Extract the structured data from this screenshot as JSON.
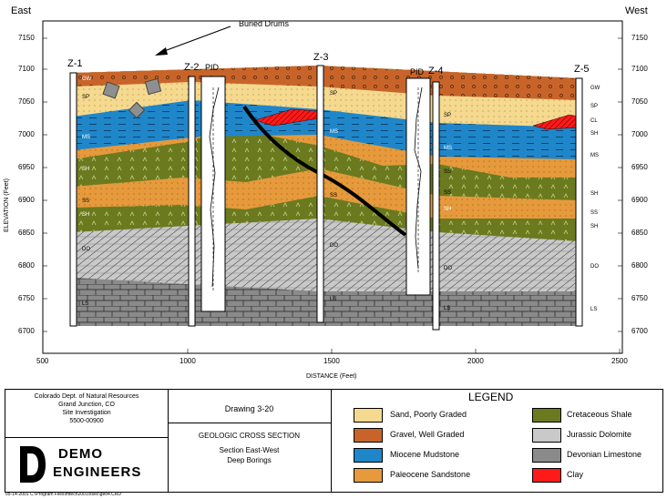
{
  "header": {
    "left": "East",
    "right": "West"
  },
  "axes": {
    "ylabel": "ELEVATION (Feet)",
    "xlabel": "DISTANCE (Feet)",
    "y_ticks": [
      "7150",
      "7100",
      "7050",
      "7000",
      "6950",
      "6900",
      "6850",
      "6800",
      "6750",
      "6700"
    ],
    "x_ticks": [
      "500",
      "1000",
      "1500",
      "2000",
      "2500"
    ]
  },
  "annotation": {
    "label": "Buried Drums"
  },
  "wells": [
    {
      "id": "Z-1",
      "label": "Z-1"
    },
    {
      "id": "Z-2",
      "label": "Z-2"
    },
    {
      "id": "Z-3",
      "label": "Z-3"
    },
    {
      "id": "Z-4",
      "label": "Z-4"
    },
    {
      "id": "Z-5",
      "label": "Z-5"
    }
  ],
  "pid_labels": [
    "PID",
    "PID"
  ],
  "left_unit_labels": [
    "GW",
    "SP",
    "MS",
    "SH",
    "SS",
    "SH",
    "DO",
    "LS"
  ],
  "mid_unit_labels": [
    "SP",
    "MS",
    "SS",
    "DO",
    "LS"
  ],
  "z4_unit_labels": [
    "SP",
    "MS",
    "SS",
    "SS",
    "SH",
    "DO",
    "LS"
  ],
  "right_unit_labels": [
    "GW",
    "SP",
    "CL",
    "SH",
    "MS",
    "SH",
    "SS",
    "SH",
    "DO",
    "LS"
  ],
  "title_block": {
    "org_lines": [
      "Colorado Dept. of Natural Resources",
      "Grand Junction, CO",
      "Site Investigation",
      "5500-00900"
    ],
    "logo_top": "DEMO",
    "logo_bottom": "ENGINEERS",
    "drawing": "Drawing 3-20",
    "title": "GEOLOGIC CROSS SECTION",
    "subtitle1": "Section East-West",
    "subtitle2": "Deep Borings"
  },
  "legend": {
    "title": "LEGEND",
    "items": [
      {
        "label": "Sand, Poorly Graded",
        "color": "#f5d98e"
      },
      {
        "label": "Gravel, Well Graded",
        "color": "#c8642a"
      },
      {
        "label": "Miocene Mudstone",
        "color": "#1f86c9"
      },
      {
        "label": "Paleocene Sandstone",
        "color": "#e69a3c"
      },
      {
        "label": "Cretaceous Shale",
        "color": "#6b7a1e"
      },
      {
        "label": "Jurassic Dolomite",
        "color": "#c9c9c9"
      },
      {
        "label": "Devonian Limestone",
        "color": "#8a8a8a"
      },
      {
        "label": "Clay",
        "color": "#ff1a1a"
      }
    ]
  },
  "footer": "05-14-2001    C:\\Program Files\\mtech2001\\xsec\\geo4.CRD"
}
